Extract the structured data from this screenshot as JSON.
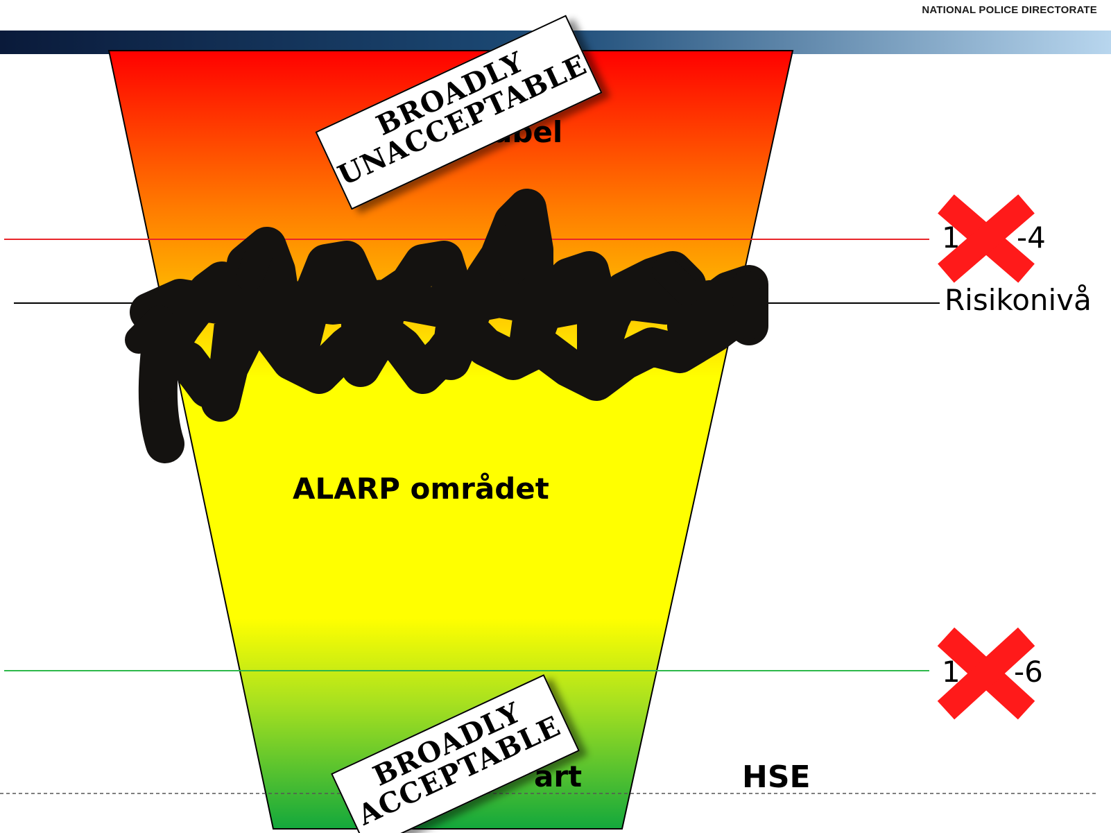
{
  "header": {
    "organization": "NATIONAL POLICE DIRECTORATE"
  },
  "colors": {
    "banner_dark": "#0a1a3a",
    "banner_light": "#b8d6ee",
    "zone_top": "#ff0000",
    "zone_mid": "#ffff00",
    "zone_bottom": "#1aaa3c",
    "upper_line": "#e8252a",
    "lower_line": "#2db84a",
    "cross_mark": "#ff1a1a",
    "scribble": "#141210"
  },
  "zones": {
    "top_label_fragment": "abel",
    "middle_label": "ALARP området",
    "bottom_label_fragment": "art"
  },
  "levels": {
    "upper_fragment": "-4",
    "upper_prefix": "1",
    "middle": "Risikonivå",
    "lower_fragment": "-6",
    "lower_prefix": "1"
  },
  "stamps": {
    "top": {
      "line1": "BROADLY",
      "line2": "UNACCEPTABLE"
    },
    "bottom": {
      "line1": "BROADLY",
      "line2": "ACCEPTABLE"
    }
  },
  "source": "HSE",
  "icons": [
    "cross-mark-icon",
    "cross-mark-icon"
  ]
}
